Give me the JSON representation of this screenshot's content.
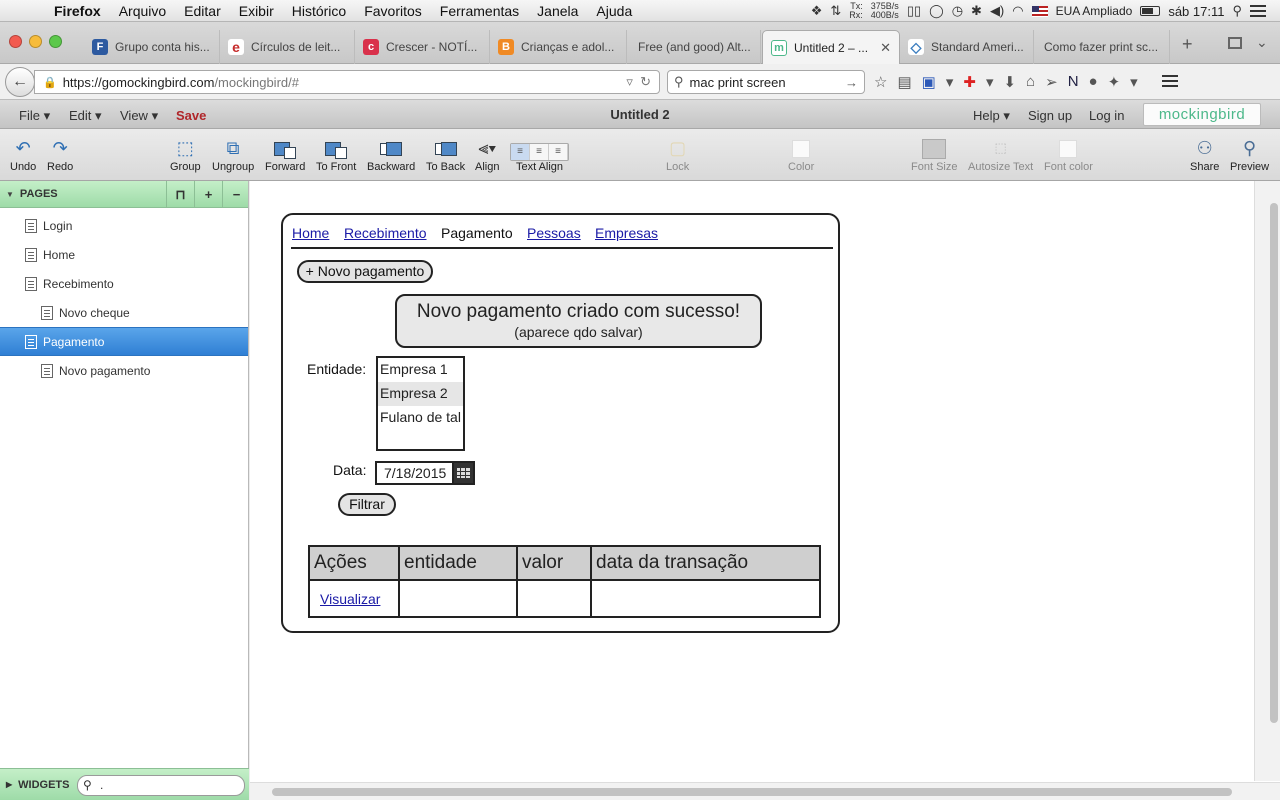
{
  "os_menubar": {
    "app_name": "Firefox",
    "menus": [
      "Arquivo",
      "Editar",
      "Exibir",
      "Histórico",
      "Favoritos",
      "Ferramentas",
      "Janela",
      "Ajuda"
    ],
    "net_tx_label": "Tx:",
    "net_tx": "375B/s",
    "net_rx_label": "Rx:",
    "net_rx": "400B/s",
    "keyboard": "EUA Ampliado",
    "clock": "sáb 17:11"
  },
  "browser": {
    "tabs": [
      {
        "title": "Grupo conta his...",
        "favicon": "F",
        "color": "#2d5aa0"
      },
      {
        "title": "Círculos de leit...",
        "favicon": "e",
        "color": "#c62b2b"
      },
      {
        "title": "Crescer - NOTÍ...",
        "favicon": "c",
        "color": "#d9314b"
      },
      {
        "title": "Crianças e adol...",
        "favicon": "B",
        "color": "#f08a24"
      },
      {
        "title": "Free (and good) Alt...",
        "favicon": "",
        "color": ""
      },
      {
        "title": "Untitled 2 – ...",
        "favicon": "m",
        "color": "#4cb88a",
        "active": true
      },
      {
        "title": "Standard Ameri...",
        "favicon": "◇",
        "color": "#3a7dbf"
      },
      {
        "title": "Como fazer print sc...",
        "favicon": "",
        "color": ""
      }
    ],
    "url_host": "https://gomockingbird.com",
    "url_path": "/mockingbird/#",
    "search_value": "mac print screen"
  },
  "app": {
    "menus": {
      "file": "File",
      "edit": "Edit",
      "view": "View",
      "save": "Save"
    },
    "doc_title": "Untitled 2",
    "right_menus": {
      "help": "Help",
      "signup": "Sign up",
      "login": "Log in"
    },
    "brand": "mockingbird"
  },
  "toolbar": {
    "undo": "Undo",
    "redo": "Redo",
    "group": "Group",
    "ungroup": "Ungroup",
    "forward": "Forward",
    "to_front": "To Front",
    "backward": "Backward",
    "to_back": "To Back",
    "align": "Align",
    "text_align": "Text Align",
    "lock": "Lock",
    "color": "Color",
    "font_size": "Font Size",
    "autosize_text": "Autosize Text",
    "font_color": "Font color",
    "share": "Share",
    "preview": "Preview"
  },
  "sidebar": {
    "pages_header": "PAGES",
    "add_label": "+",
    "remove_label": "−",
    "pages": [
      {
        "label": "Login",
        "indent": 0
      },
      {
        "label": "Home",
        "indent": 0
      },
      {
        "label": "Recebimento",
        "indent": 0
      },
      {
        "label": "Novo cheque",
        "indent": 1
      },
      {
        "label": "Pagamento",
        "indent": 0,
        "selected": true
      },
      {
        "label": "Novo pagamento",
        "indent": 1
      }
    ],
    "widgets_header": "WIDGETS",
    "widget_search_value": "."
  },
  "mockup": {
    "nav": {
      "home": "Home",
      "recebimento": "Recebimento",
      "pagamento": "Pagamento",
      "pessoas": "Pessoas",
      "empresas": "Empresas"
    },
    "new_button": "+ Novo pagamento",
    "alert_title": "Novo pagamento criado com sucesso!",
    "alert_subtitle": "(aparece qdo salvar)",
    "entity_label": "Entidade:",
    "entity_options": [
      "Empresa 1",
      "Empresa 2",
      "Fulano de tal"
    ],
    "entity_selected": "Empresa 2",
    "date_label": "Data:",
    "date_value": "7/18/2015",
    "filter_button": "Filtrar",
    "table_headers": [
      "Ações",
      "entidade",
      "valor",
      "data da transação"
    ],
    "table_rows": [
      [
        "Visualizar",
        "",
        "",
        ""
      ]
    ]
  }
}
